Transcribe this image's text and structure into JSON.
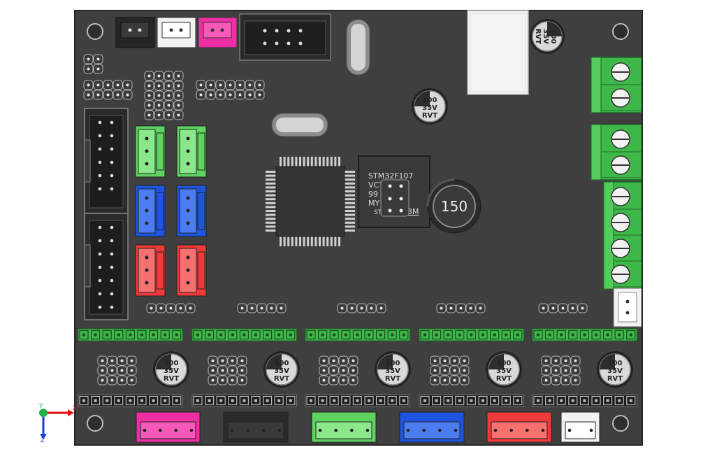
{
  "board": {
    "mcu": {
      "line1": "STM32F107",
      "line2": "VCT6",
      "line3": "99",
      "line4": "MY",
      "brand": "ST",
      "suffix": "3M"
    },
    "inductor_value": "150",
    "capacitor": {
      "line1": "100",
      "line2": "35V",
      "line3": "RVT"
    }
  },
  "axis_triad": {
    "x_label": "X",
    "y_label": "Y",
    "z_label": "Z"
  },
  "colors": {
    "pcb": "#3f3f3f",
    "green_connector": "#5fd35f",
    "blue_connector": "#1e55e0",
    "red_connector": "#f03a3a",
    "magenta_connector": "#ee2fa4",
    "white_connector": "#f2f2f2",
    "black_connector": "#2a2a2a",
    "terminal_green": "#3fb84a"
  }
}
